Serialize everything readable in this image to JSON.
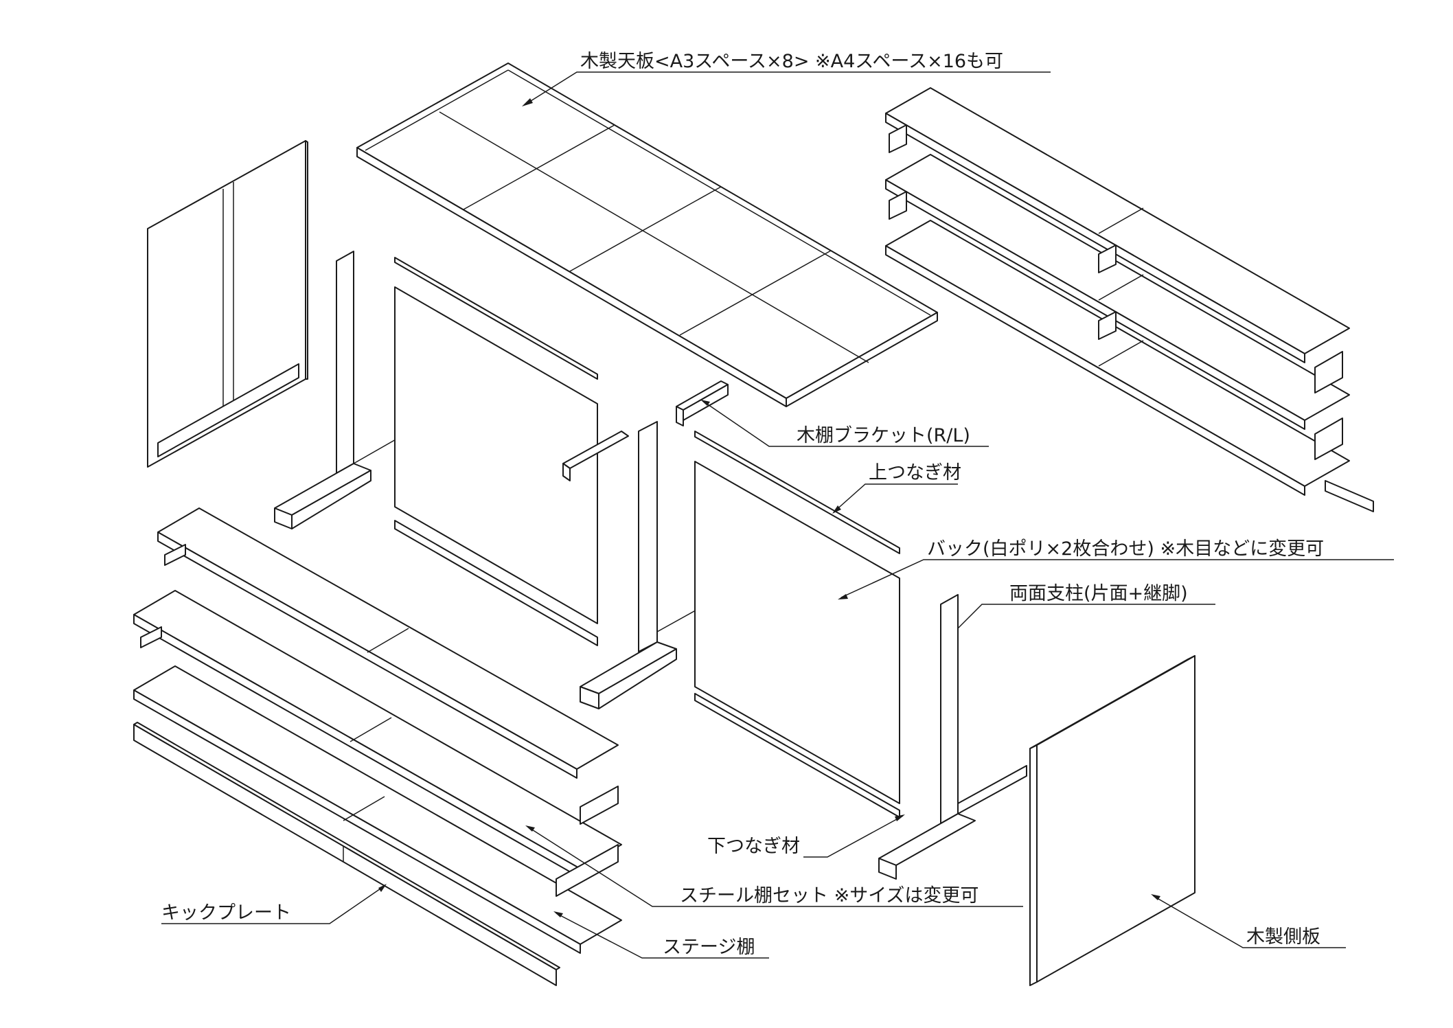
{
  "labels": {
    "top_board": "木製天板<A3スペース×8> ※A4スペース×16も可",
    "shelf_bracket": "木棚ブラケット(R/L)",
    "upper_rail": "上つなぎ材",
    "back_panel": "バック(白ポリ×2枚合わせ) ※木目などに変更可",
    "double_post": "両面支柱(片面+継脚)",
    "lower_rail": "下つなぎ材",
    "steel_shelf_set": "スチール棚セット ※サイズは変更可",
    "kick_plate": "キックプレート",
    "stage_shelf": "ステージ棚",
    "side_panel": "木製側板"
  },
  "colors": {
    "line": "#1a1a1a",
    "background": "#ffffff"
  }
}
